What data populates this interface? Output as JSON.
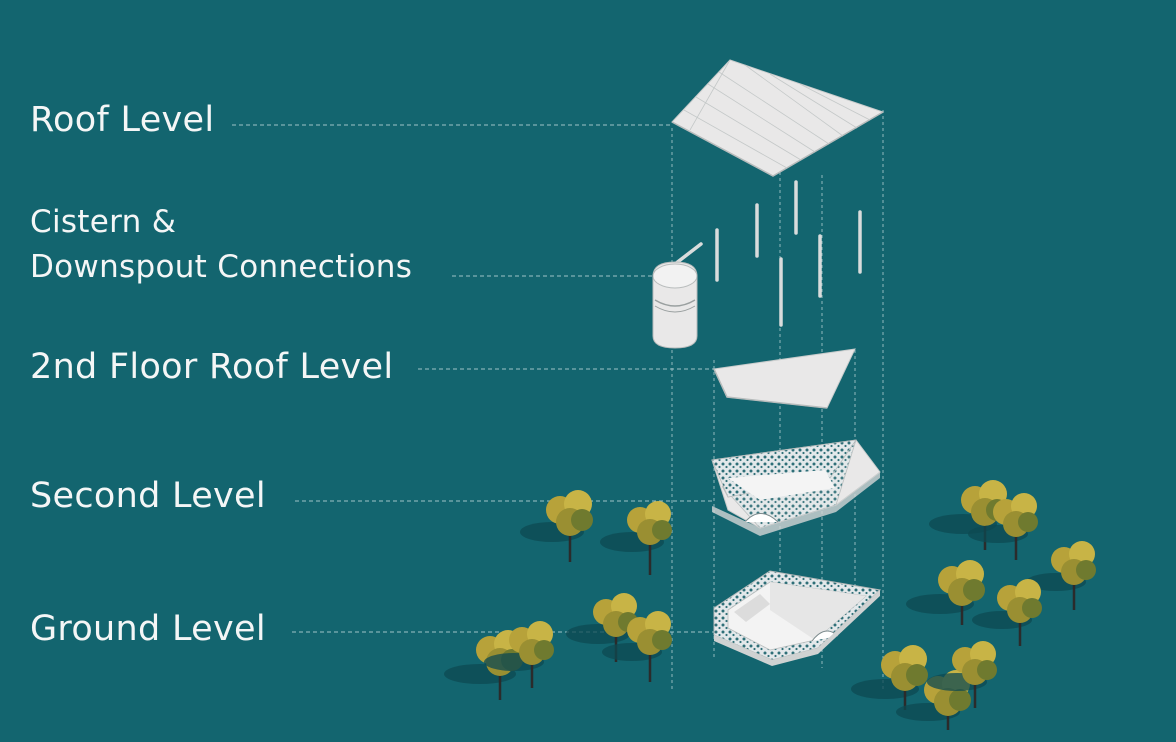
{
  "levels": {
    "roof": "Roof Level",
    "cistern_line1": "Cistern &",
    "cistern_line2": "Downspout Connections",
    "second_floor_roof": "2nd Floor Roof Level",
    "second": "Second Level",
    "ground": "Ground Level"
  },
  "colors": {
    "background": "#13656f",
    "component_fill": "#e9e8e8",
    "leader_line": "#9fc3c7",
    "tree_foliage": "#b7a23a"
  }
}
